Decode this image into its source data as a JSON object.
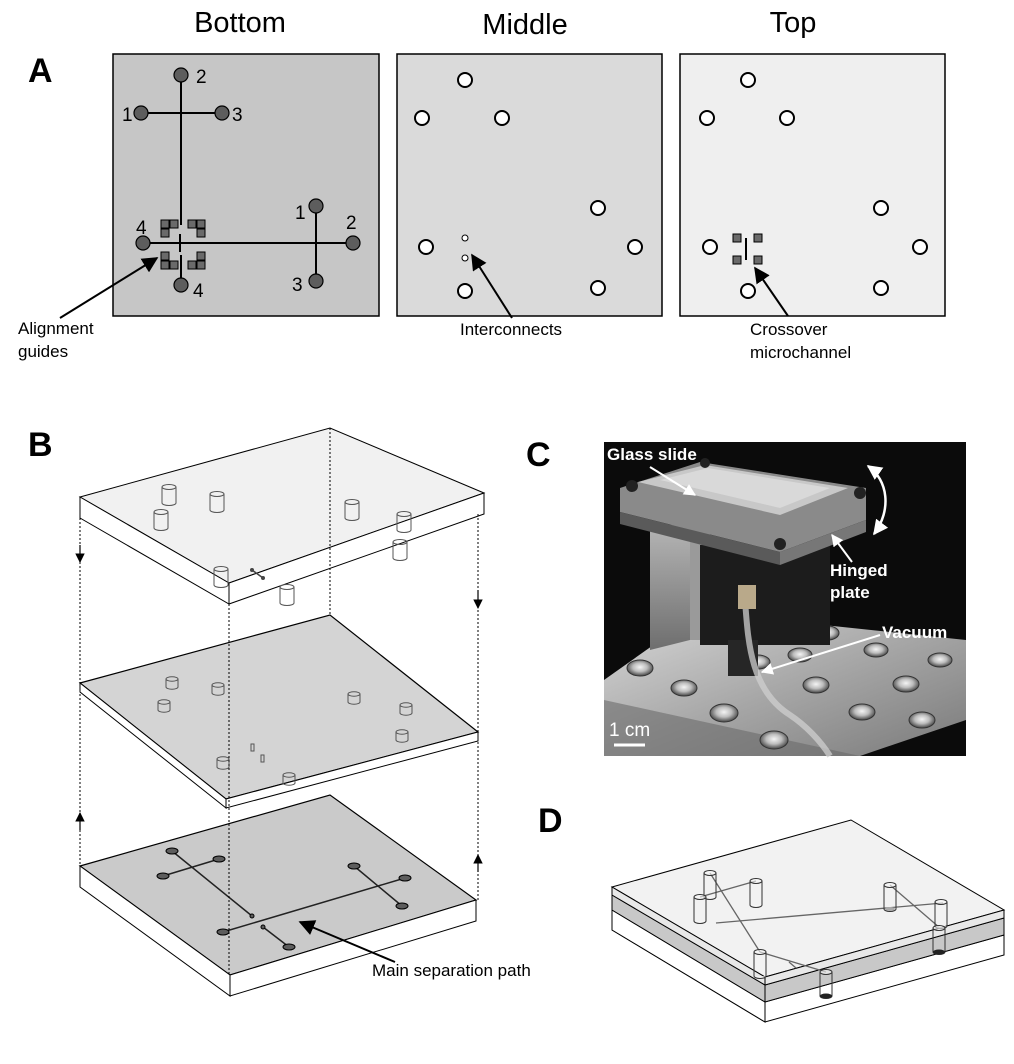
{
  "panel_letters": {
    "a": "A",
    "b": "B",
    "c": "C",
    "d": "D"
  },
  "panel_a": {
    "headers": {
      "bottom": "Bottom",
      "middle": "Middle",
      "top": "Top"
    },
    "bottom_port_numbers": {
      "upper_left": [
        "1",
        "2",
        "3"
      ],
      "lower_right": [
        "1",
        "2",
        "3"
      ],
      "lower_left": [
        "4",
        "4"
      ]
    },
    "labels": {
      "alignment_guides": [
        "Alignment",
        "guides"
      ],
      "interconnects": "Interconnects",
      "crossover": [
        "Crossover",
        "microchannel"
      ]
    },
    "colors": {
      "bottom_layer": "#c6c6c6",
      "middle_layer": "#dadada",
      "top_layer": "#efefef",
      "port_fill": "#5d5d5d"
    }
  },
  "panel_b": {
    "label": "Main separation path"
  },
  "panel_c": {
    "labels": {
      "glass_slide": "Glass slide",
      "hinged_plate": [
        "Hinged",
        "plate"
      ],
      "vacuum": "Vacuum",
      "scale": "1 cm"
    }
  }
}
